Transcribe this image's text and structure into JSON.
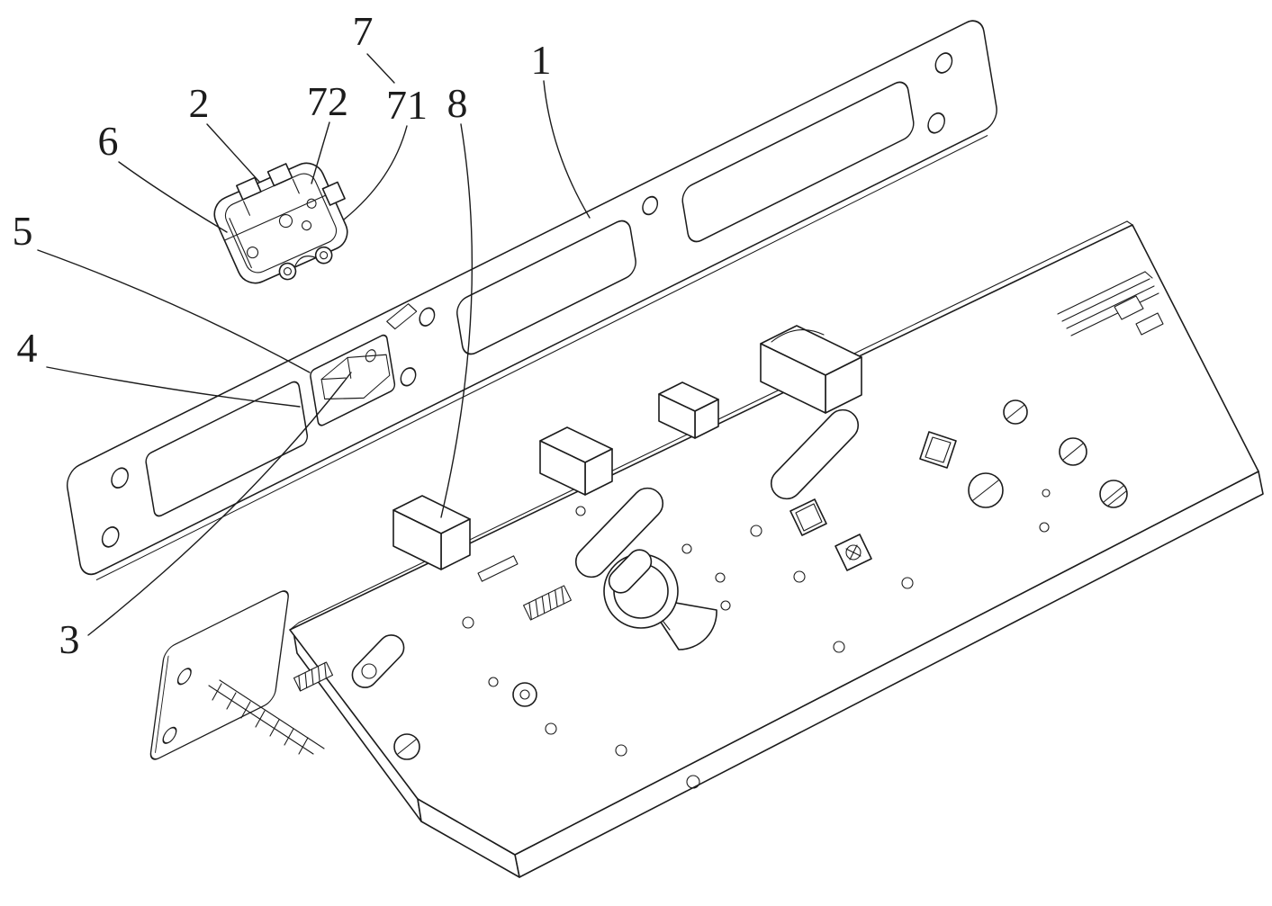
{
  "figure": {
    "kind": "patent-exploded-line-drawing",
    "background": "#ffffff",
    "line_color": "#1c1c1c",
    "labels": [
      {
        "part": "7",
        "text": "7"
      },
      {
        "part": "2",
        "text": "2"
      },
      {
        "part": "72",
        "text": "72"
      },
      {
        "part": "71",
        "text": "71"
      },
      {
        "part": "8",
        "text": "8"
      },
      {
        "part": "1",
        "text": "1"
      },
      {
        "part": "6",
        "text": "6"
      },
      {
        "part": "5",
        "text": "5"
      },
      {
        "part": "4",
        "text": "4"
      },
      {
        "part": "3",
        "text": "3"
      }
    ]
  }
}
